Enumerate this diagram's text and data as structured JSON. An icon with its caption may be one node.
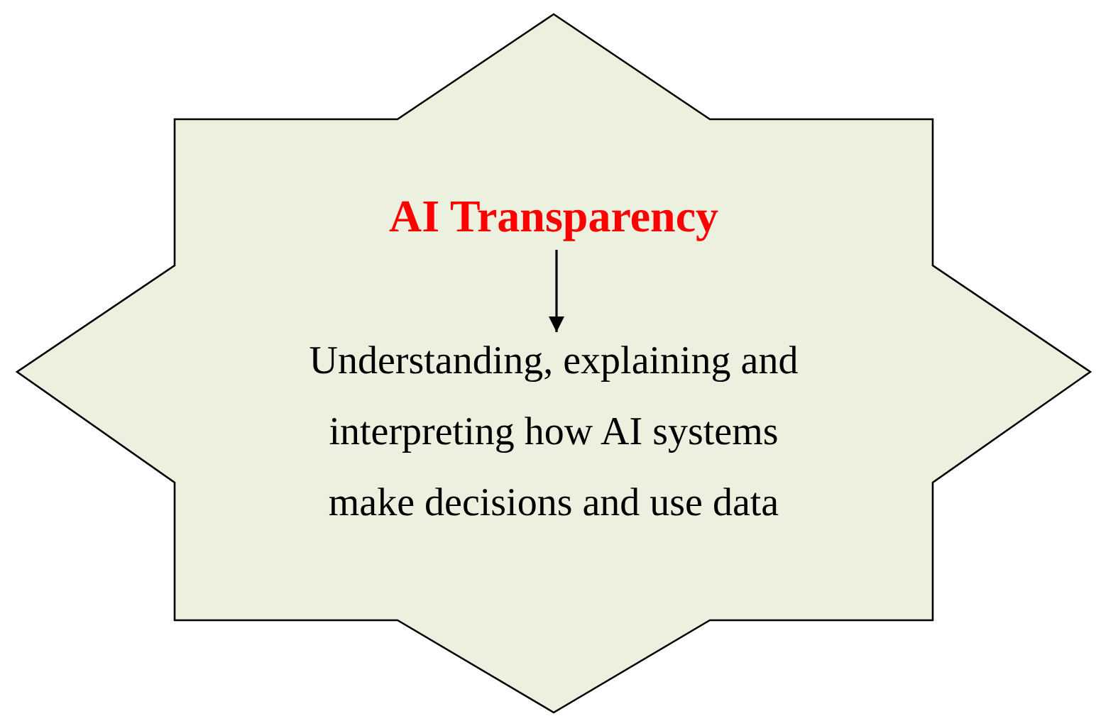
{
  "diagram": {
    "nodes": [
      {
        "text": [],
        "shape": "star"
      },
      {
        "text": [
          "AI Transparency"
        ],
        "in": 0
      },
      {
        "text": [
          "Understanding, explaining and interpreting how AI systems make decisions and use data"
        ],
        "in": 0
      }
    ],
    "edges": [
      {
        "from": 1,
        "to": 2,
        "arrow": "to"
      }
    ]
  }
}
